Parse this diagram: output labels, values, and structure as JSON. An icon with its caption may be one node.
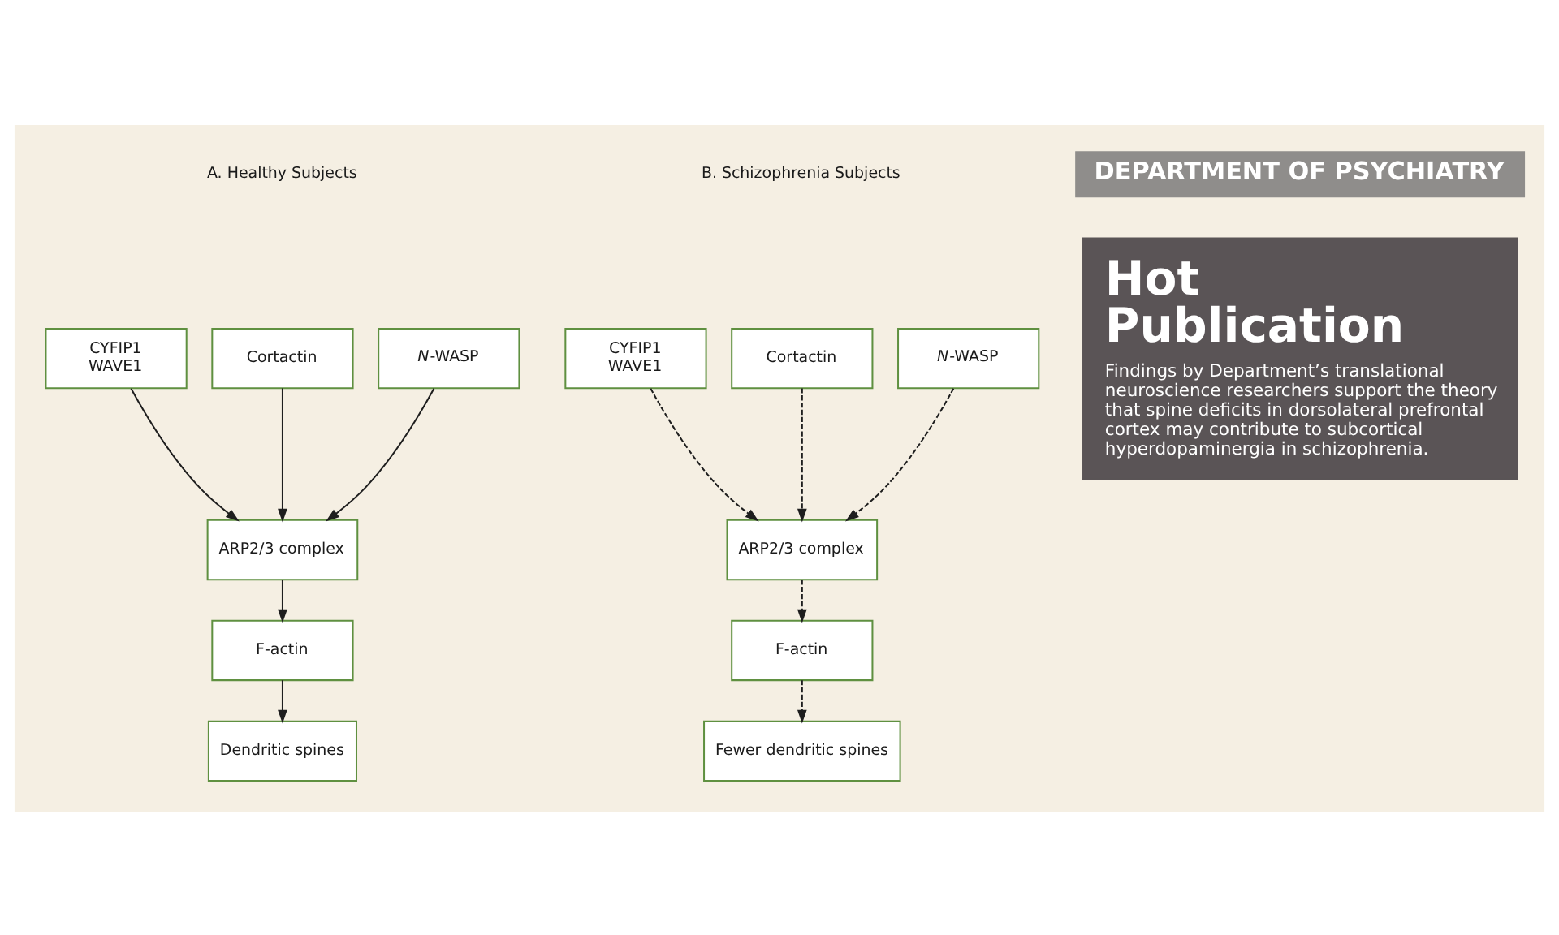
{
  "diagram": {
    "nodes": [
      {
        "text": [
          "CYFIP1",
          "WAVE1"
        ]
      },
      {
        "text": [
          "Cortactin"
        ]
      },
      {
        "text": [
          "*N*-WASP"
        ]
      },
      {
        "text": [
          "ARP2/3 complex"
        ]
      },
      {
        "text": [
          "F-actin"
        ]
      },
      {
        "text": [
          "Dendritic spines"
        ]
      },
      {
        "text": [
          "CYFIP1",
          "WAVE1"
        ]
      },
      {
        "text": [
          "Cortactin"
        ]
      },
      {
        "text": [
          "*N*-WASP"
        ]
      },
      {
        "text": [
          "ARP2/3 complex"
        ]
      },
      {
        "text": [
          "F-actin"
        ]
      },
      {
        "text": [
          "Fewer dendritic spines"
        ]
      },
      {
        "text": [
          "DEPARTMENT OF PSYCHIATRY"
        ]
      },
      {
        "text": [
          "Hot Publication",
          "Findings by Department’s translational neuroscience researchers support the theory that spine deficits in dorsolateral prefrontal cortex may contribute to subcortical hyperdopaminergia in schizophrenia."
        ]
      }
    ],
    "edges": [
      {
        "from": 0,
        "to": 3,
        "arrow": "to"
      },
      {
        "from": 1,
        "to": 3,
        "arrow": "to"
      },
      {
        "from": 2,
        "to": 3,
        "arrow": "to"
      },
      {
        "from": 3,
        "to": 4,
        "arrow": "to"
      },
      {
        "from": 4,
        "to": 5,
        "arrow": "to"
      },
      {
        "from": 6,
        "to": 9,
        "arrow": "to",
        "style": "dashed"
      },
      {
        "from": 7,
        "to": 9,
        "arrow": "to",
        "style": "dashed"
      },
      {
        "from": 8,
        "to": 9,
        "arrow": "to",
        "style": "dashed"
      },
      {
        "from": 9,
        "to": 10,
        "arrow": "to",
        "style": "dashed"
      },
      {
        "from": 10,
        "to": 11,
        "arrow": "to",
        "style": "dashed"
      }
    ],
    "labels": [
      "A. Healthy Subjects",
      "B. Schizophrenia Subjects"
    ]
  }
}
